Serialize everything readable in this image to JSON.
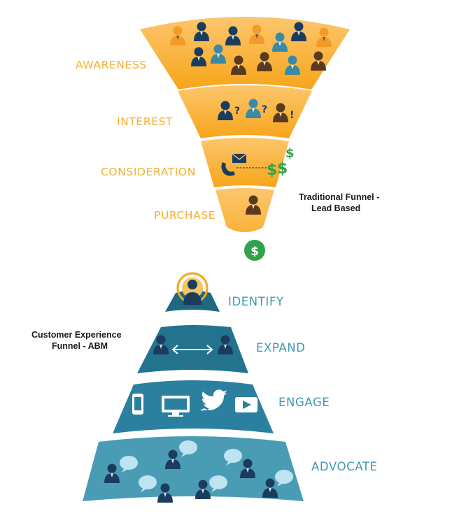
{
  "funnel": {
    "note_line1": "Traditional Funnel -",
    "note_line2": "Lead Based",
    "stages": [
      {
        "label": "AWARENESS"
      },
      {
        "label": "INTEREST"
      },
      {
        "label": "CONSIDERATION"
      },
      {
        "label": "PURCHASE"
      }
    ],
    "colors": {
      "band_light": "#FCC66D",
      "band_dark": "#F7A51A",
      "label": "#F6AE2D"
    },
    "question_mark": "?",
    "exclamation_mark": "!",
    "dollar_sign": "$",
    "coin_symbol": "$"
  },
  "pyramid": {
    "note_line1": "Customer Experience",
    "note_line2": "Funnel - ABM",
    "stages": [
      {
        "label": "IDENTIFY"
      },
      {
        "label": "EXPAND"
      },
      {
        "label": "ENGAGE"
      },
      {
        "label": "ADVOCATE"
      }
    ],
    "colors": {
      "tier1": "#1E6882",
      "tier2": "#23738E",
      "tier3": "#2B80A0",
      "tier4": "#4A9CB5",
      "label": "#3E98B2",
      "ring": "#F7A51A"
    }
  },
  "icon_palette": {
    "navy": "#1B3C5E",
    "teal": "#3A8AA5",
    "brown": "#5A3A1E",
    "orange": "#F39B28",
    "green": "#2FA24A",
    "bubble": "#BFE3F0"
  }
}
